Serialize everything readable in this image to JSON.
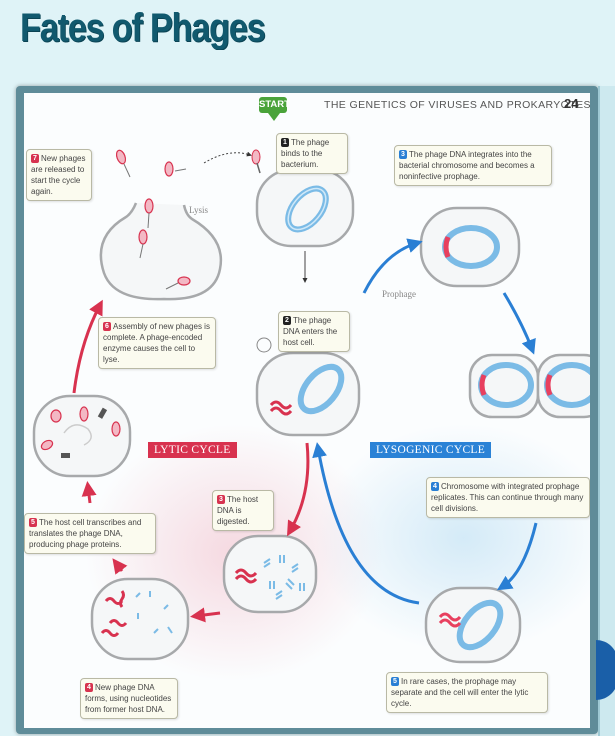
{
  "slide": {
    "title": "Fates of Phages"
  },
  "page": {
    "running_head": "THE GENETICS OF VIRUSES AND PROKARYOTES",
    "page_number": "24",
    "start_label": "START"
  },
  "cycles": {
    "lytic_label": "LYTIC CYCLE",
    "lysogenic_label": "LYSOGENIC CYCLE",
    "lytic_color": "#d8324f",
    "lysogenic_color": "#2a82d6"
  },
  "labels": {
    "lysis": "Lysis",
    "prophage": "Prophage"
  },
  "steps": {
    "lytic": [
      {
        "num": "1",
        "text": "The phage binds to the bacterium."
      },
      {
        "num": "2",
        "text": "The phage DNA enters the host cell."
      },
      {
        "num": "3",
        "text": "The host DNA is digested."
      },
      {
        "num": "4",
        "text": "New phage DNA forms, using nucleotides from former host DNA."
      },
      {
        "num": "5",
        "text": "The host cell transcribes and translates the phage DNA, producing phage proteins."
      },
      {
        "num": "6",
        "text": "Assembly of new phages is complete. A phage-encoded enzyme causes the cell to lyse."
      },
      {
        "num": "7",
        "text": "New phages are released to start the cycle again."
      }
    ],
    "lysogenic": [
      {
        "num": "3",
        "text": "The phage DNA integrates into the bacterial chromosome and becomes a noninfective prophage."
      },
      {
        "num": "4",
        "text": "Chromosome with integrated prophage replicates. This can continue through many cell divisions."
      },
      {
        "num": "5",
        "text": "In rare cases, the prophage may separate and the cell will enter the lytic cycle."
      }
    ]
  }
}
